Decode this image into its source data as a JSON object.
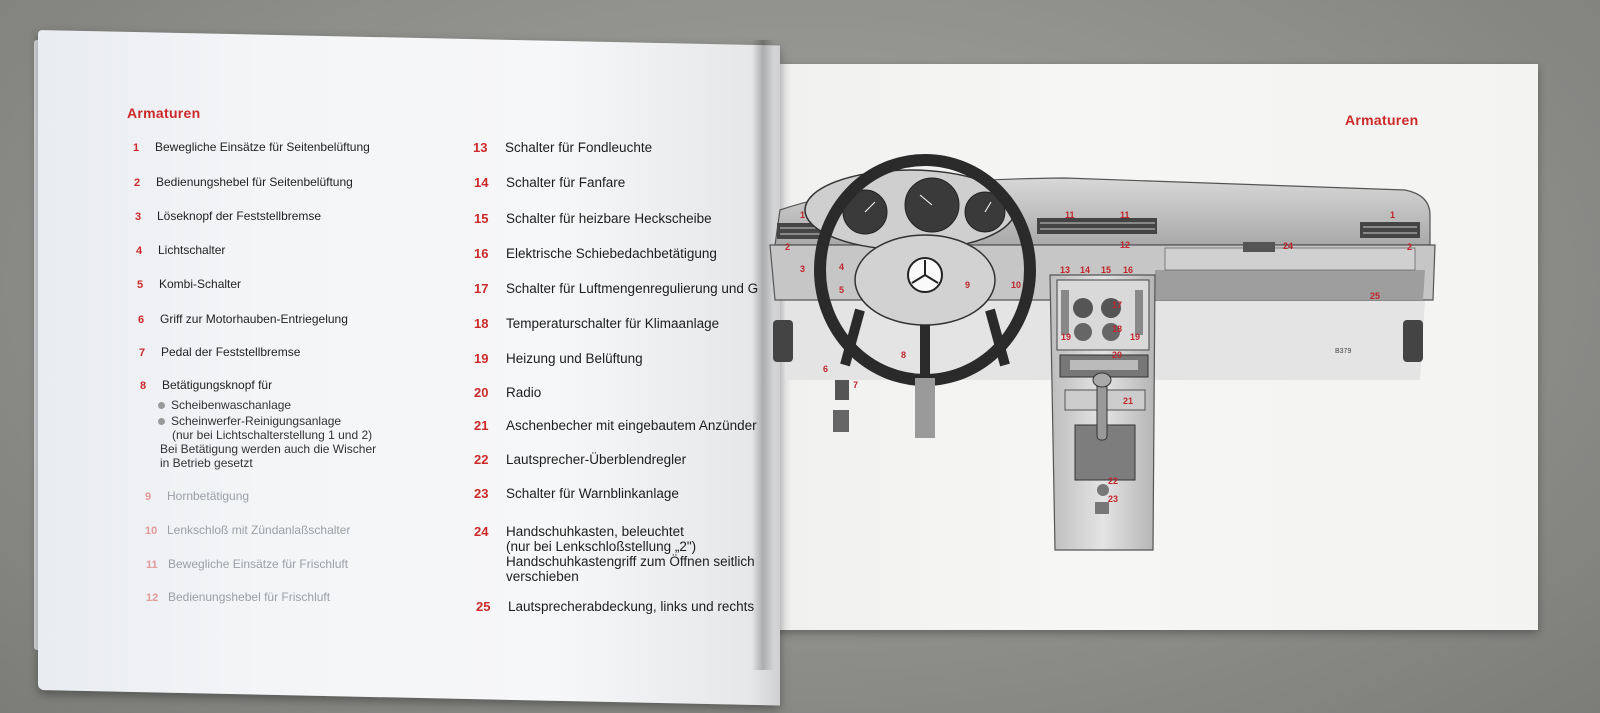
{
  "left_page": {
    "heading": "Armaturen",
    "items": [
      {
        "num": "1",
        "label": "Bewegliche Einsätze für Seitenbelüftung"
      },
      {
        "num": "2",
        "label": "Bedienungshebel für Seitenbelüftung"
      },
      {
        "num": "3",
        "label": "Löseknopf der Feststellbremse"
      },
      {
        "num": "4",
        "label": "Lichtschalter"
      },
      {
        "num": "5",
        "label": "Kombi-Schalter"
      },
      {
        "num": "6",
        "label": "Griff zur Motorhauben-Entriegelung"
      },
      {
        "num": "7",
        "label": "Pedal der Feststellbremse"
      },
      {
        "num": "8",
        "label": "Betätigungsknopf für"
      }
    ],
    "item8_sub": {
      "bullet1": "Scheibenwaschanlage",
      "bullet2": "Scheinwerfer-Reinigungsanlage",
      "bullet2_note": "(nur bei Lichtschalterstellung 1 und 2)",
      "note_line1": "Bei Betätigung werden auch die Wischer",
      "note_line2": "in Betrieb gesetzt"
    },
    "faded_items": [
      {
        "num": "9",
        "label": "Hornbetätigung"
      },
      {
        "num": "10",
        "label": "Lenkschloß mit Zündanlaßschalter"
      },
      {
        "num": "11",
        "label": "Bewegliche Einsätze für Frischluft"
      },
      {
        "num": "12",
        "label": "Bedienungshebel für Frischluft"
      }
    ],
    "right_column": [
      {
        "num": "13",
        "label": "Schalter für Fondleuchte"
      },
      {
        "num": "14",
        "label": "Schalter für Fanfare"
      },
      {
        "num": "15",
        "label": "Schalter für heizbare Heckscheibe"
      },
      {
        "num": "16",
        "label": "Elektrische Schiebedachbetätigung"
      },
      {
        "num": "17",
        "label": "Schalter für Luftmengenregulierung und Gebl"
      },
      {
        "num": "18",
        "label": "Temperaturschalter für Klimaanlage"
      },
      {
        "num": "19",
        "label": "Heizung und Belüftung"
      },
      {
        "num": "20",
        "label": "Radio"
      },
      {
        "num": "21",
        "label": "Aschenbecher mit eingebautem Anzünder"
      },
      {
        "num": "22",
        "label": "Lautsprecher-Überblendregler"
      },
      {
        "num": "23",
        "label": "Schalter für Warnblinkanlage"
      }
    ],
    "item24": {
      "num": "24",
      "line1": "Handschuhkasten, beleuchtet",
      "line2": "(nur bei Lenkschloßstellung „2\")",
      "line3": "Handschuhkastengriff zum Öffnen seitlich",
      "line4": "verschieben"
    },
    "item25": {
      "num": "25",
      "label": "Lautsprecherabdeckung, links und rechts"
    }
  },
  "right_page": {
    "heading": "Armaturen",
    "figure_code": "B379",
    "callouts": [
      "1",
      "2",
      "3",
      "4",
      "5",
      "6",
      "7",
      "8",
      "9",
      "10",
      "11",
      "11",
      "12",
      "13",
      "14",
      "15",
      "16",
      "17",
      "18",
      "19",
      "19",
      "20",
      "21",
      "22",
      "23",
      "24",
      "25",
      "1",
      "2"
    ]
  },
  "colors": {
    "accent": "#cc2a2a",
    "text": "#222222",
    "paper": "#f5f6f7"
  }
}
